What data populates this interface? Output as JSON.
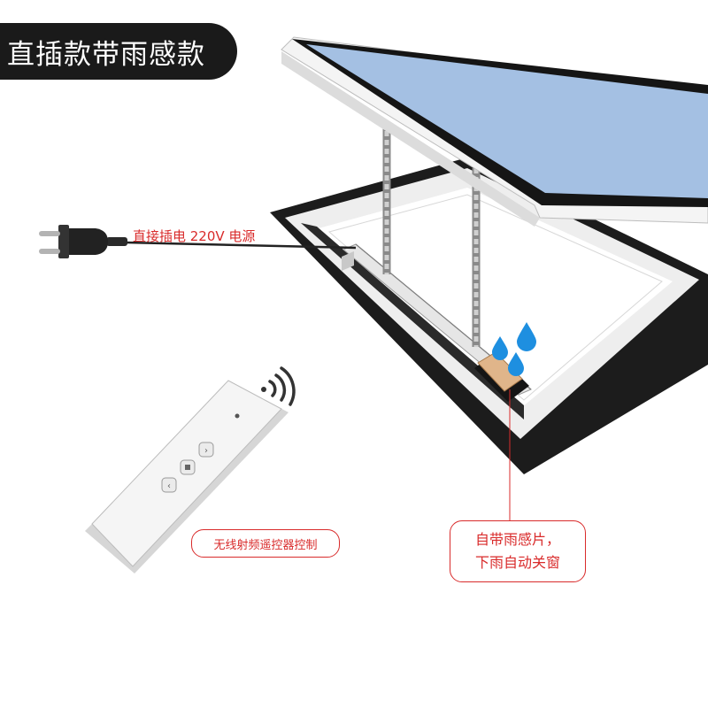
{
  "title": "直插款带雨感款",
  "labels": {
    "power": "直接插电 220V 电源",
    "remote": "无线射频遥控器控制",
    "sensor_line1": "自带雨感片，",
    "sensor_line2": "下雨自动关窗"
  },
  "colors": {
    "glass": "#a4c0e3",
    "frame_dark": "#1c1c1c",
    "frame_light": "#f2f2f2",
    "label_red": "#d92b2b",
    "water_drop": "#1e8fe0",
    "sensor_pad": "#e0b58a"
  },
  "icons": [
    "power-plug-icon",
    "wireless-signal-icon",
    "water-drop-icon",
    "remote-up-icon",
    "remote-stop-icon",
    "remote-down-icon"
  ]
}
